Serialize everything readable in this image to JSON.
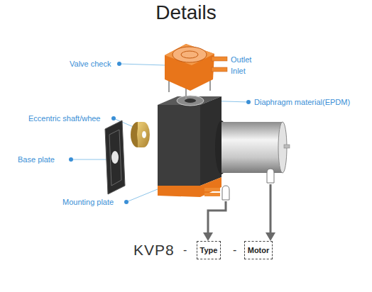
{
  "diagram": {
    "title": "Details",
    "nodes": [
      {
        "text": [
          "Type"
        ]
      },
      {
        "text": [
          "Motor"
        ]
      }
    ],
    "labels": [
      "Valve check",
      "Outlet",
      "Inlet",
      "Diaphragm material(EPDM)",
      "Eccentric shaft/whee",
      "Base plate",
      "Mounting plate",
      "KVP8",
      "-",
      "-"
    ]
  }
}
